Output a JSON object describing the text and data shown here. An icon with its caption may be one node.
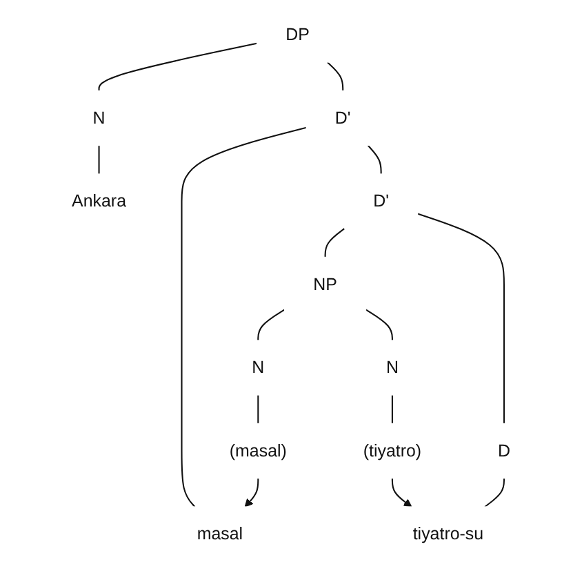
{
  "diagram": {
    "nodes": [
      {
        "text": [
          "DP"
        ]
      },
      {
        "text": [
          "N"
        ]
      },
      {
        "text": [
          "D'"
        ]
      },
      {
        "text": [
          "Ankara"
        ]
      },
      {
        "text": [
          "masal"
        ]
      },
      {
        "text": [
          "D'"
        ]
      },
      {
        "text": [
          "NP"
        ]
      },
      {
        "text": [
          "D"
        ]
      },
      {
        "text": [
          "N"
        ]
      },
      {
        "text": [
          "N"
        ]
      },
      {
        "text": [
          "tiyatro-su"
        ]
      },
      {
        "text": [
          "(masal)"
        ]
      },
      {
        "text": [
          "(tiyatro)"
        ]
      }
    ],
    "edges": [
      {
        "from": 0,
        "to": 1,
        "arrow": "none"
      },
      {
        "from": 0,
        "to": 2,
        "arrow": "none"
      },
      {
        "from": 1,
        "to": 3,
        "arrow": "none"
      },
      {
        "from": 2,
        "to": 4,
        "arrow": "none"
      },
      {
        "from": 2,
        "to": 5,
        "arrow": "none"
      },
      {
        "from": 5,
        "to": 6,
        "arrow": "none"
      },
      {
        "from": 5,
        "to": 7,
        "arrow": "none"
      },
      {
        "from": 6,
        "to": 8,
        "arrow": "none"
      },
      {
        "from": 6,
        "to": 9,
        "arrow": "none"
      },
      {
        "from": 7,
        "to": 10,
        "arrow": "none"
      },
      {
        "from": 8,
        "to": 11,
        "arrow": "none"
      },
      {
        "from": 9,
        "to": 12,
        "arrow": "none"
      },
      {
        "from": 11,
        "to": 4,
        "arrow": "to"
      },
      {
        "from": 12,
        "to": 10,
        "arrow": "to"
      }
    ]
  }
}
